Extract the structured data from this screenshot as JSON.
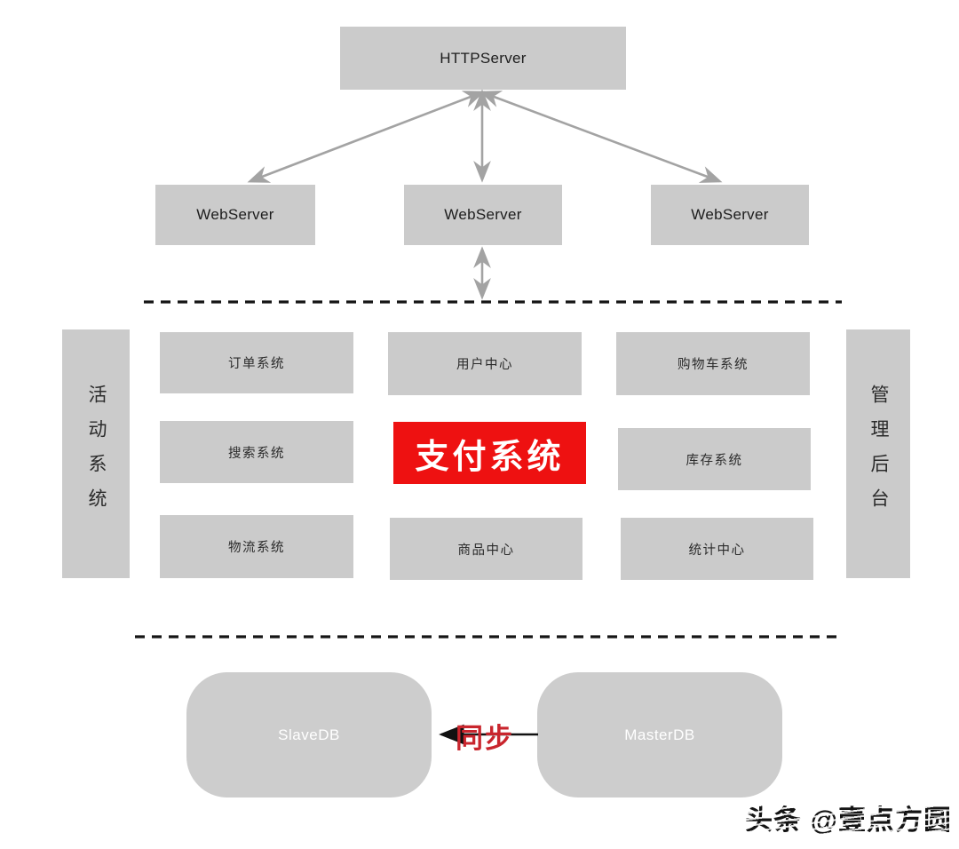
{
  "colors": {
    "box_gray": "#cbcbcb",
    "db_gray": "#cdcdcd",
    "box_text": "#2b2b2b",
    "arrow_gray": "#a3a3a3",
    "dash_black": "#151515",
    "accent_red": "#ee1111",
    "accent_text": "#ffffff",
    "sync_arrow_black": "#111111",
    "sync_label_red": "#c9252d",
    "db_text": "#ffffff",
    "watermark_black": "#141414"
  },
  "nodes": {
    "http_server": {
      "label": "HTTPServer"
    },
    "web_servers": [
      {
        "label": "WebServer"
      },
      {
        "label": "WebServer"
      },
      {
        "label": "WebServer"
      }
    ]
  },
  "side_bars": {
    "left": {
      "label": "活动系统"
    },
    "right": {
      "label": "管理后台"
    }
  },
  "grid": {
    "cells": [
      {
        "label": "订单系统"
      },
      {
        "label": "用户中心"
      },
      {
        "label": "购物车系统"
      },
      {
        "label": "搜索系统"
      },
      {
        "label": "支付系统",
        "highlight": true
      },
      {
        "label": "库存系统"
      },
      {
        "label": "物流系统"
      },
      {
        "label": "商品中心"
      },
      {
        "label": "统计中心"
      }
    ]
  },
  "databases": {
    "slave": {
      "label": "SlaveDB"
    },
    "master": {
      "label": "MasterDB"
    },
    "sync_label": "同步"
  },
  "watermark": {
    "text": "头条 @壹点方圆"
  }
}
